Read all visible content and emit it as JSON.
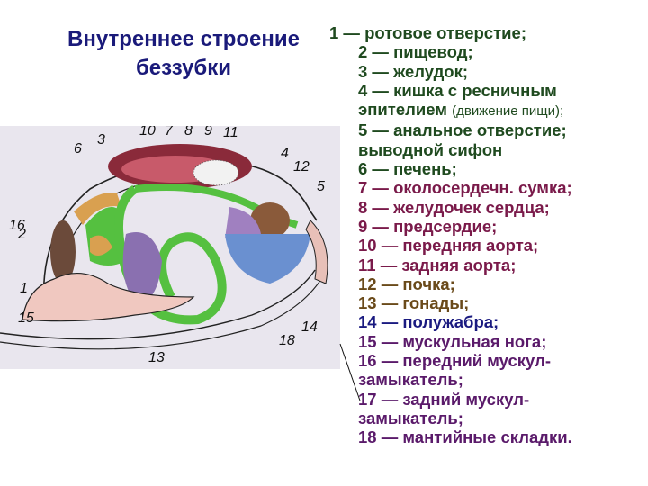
{
  "title": {
    "line1": "Внутреннее строение",
    "line2": "беззубки",
    "color": "#1a1a7a"
  },
  "legend": {
    "colors": {
      "green": "#1f4a1f",
      "crimson": "#7a1a4a",
      "brown": "#6a4a1a",
      "navy": "#1a1a80",
      "purple": "#5a1a6a"
    },
    "lines": [
      {
        "text": "1 — ротовое отверстие;"
      },
      {
        "text": "2 — пищевод;"
      },
      {
        "text": "3 — желудок;"
      },
      {
        "text": "4 — кишка с ресничным"
      },
      {
        "text": "эпителием",
        "note": "(движение пищи);"
      },
      {
        "text": "5 — анальное отверстие;"
      },
      {
        "text": "выводной сифон"
      },
      {
        "text": "6 — печень;"
      },
      {
        "text": "7 — околосердечн. сумка;"
      },
      {
        "text": "8 — желудочек сердца;"
      },
      {
        "text": "9 — предсердие;"
      },
      {
        "text": "10 — передняя аорта;"
      },
      {
        "text": "11 — задняя аорта;"
      },
      {
        "text": "12 — почка;"
      },
      {
        "text": "13 — гонады;"
      },
      {
        "text": "14 — полужабра;"
      },
      {
        "text": "15 — мускульная нога;"
      },
      {
        "text": "16 — передний мускул-"
      },
      {
        "text": "замыкатель;"
      },
      {
        "text": "17 — задний мускул-"
      },
      {
        "text": "замыкатель;"
      },
      {
        "text": "18 — мантийные складки."
      }
    ]
  },
  "diagram": {
    "labels": {
      "l1": "1",
      "l2": "2",
      "l3": "3",
      "l4": "4",
      "l5": "5",
      "l6": "6",
      "l7": "7",
      "l8": "8",
      "l9": "9",
      "l10": "10",
      "l11": "11",
      "l12": "12",
      "l13": "13",
      "l14": "14",
      "l15": "15",
      "l16": "16",
      "l18": "18"
    }
  }
}
